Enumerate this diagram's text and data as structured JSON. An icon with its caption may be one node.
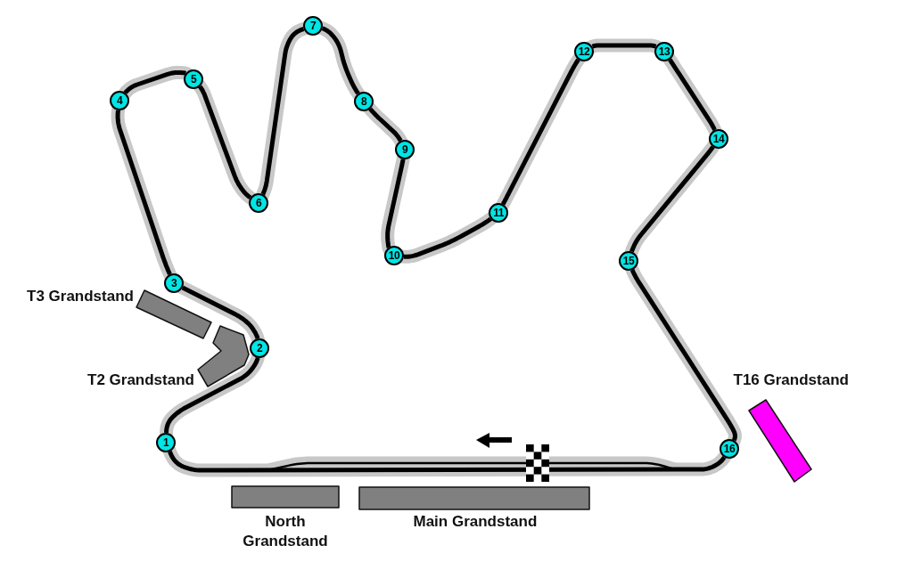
{
  "diagram": {
    "nodes": [
      {
        "text": [
          "1"
        ]
      },
      {
        "text": [
          "2"
        ]
      },
      {
        "text": [
          "3"
        ]
      },
      {
        "text": [
          "4"
        ]
      },
      {
        "text": [
          "5"
        ]
      },
      {
        "text": [
          "6"
        ]
      },
      {
        "text": [
          "7"
        ]
      },
      {
        "text": [
          "8"
        ]
      },
      {
        "text": [
          "9"
        ]
      },
      {
        "text": [
          "10"
        ]
      },
      {
        "text": [
          "11"
        ]
      },
      {
        "text": [
          "12"
        ]
      },
      {
        "text": [
          "13"
        ]
      },
      {
        "text": [
          "14"
        ]
      },
      {
        "text": [
          "15"
        ]
      },
      {
        "text": [
          "16"
        ]
      },
      {
        "text": [
          "T3 Grandstand"
        ]
      },
      {
        "text": [
          "T2 Grandstand"
        ]
      },
      {
        "text": [
          "T16 Grandstand"
        ]
      },
      {
        "text": [
          "North Grandstand"
        ]
      },
      {
        "text": [
          "Main Grandstand"
        ]
      }
    ],
    "edges": [
      {
        "from": 0,
        "to": 1,
        "arrow": "none"
      },
      {
        "from": 1,
        "to": 2,
        "arrow": "none"
      },
      {
        "from": 2,
        "to": 3,
        "arrow": "none"
      },
      {
        "from": 3,
        "to": 4,
        "arrow": "none"
      },
      {
        "from": 4,
        "to": 5,
        "arrow": "none"
      },
      {
        "from": 5,
        "to": 6,
        "arrow": "none"
      },
      {
        "from": 6,
        "to": 7,
        "arrow": "none"
      },
      {
        "from": 7,
        "to": 8,
        "arrow": "none"
      },
      {
        "from": 8,
        "to": 9,
        "arrow": "none"
      },
      {
        "from": 9,
        "to": 10,
        "arrow": "none"
      },
      {
        "from": 10,
        "to": 11,
        "arrow": "none"
      },
      {
        "from": 11,
        "to": 12,
        "arrow": "none"
      },
      {
        "from": 12,
        "to": 13,
        "arrow": "none"
      },
      {
        "from": 13,
        "to": 14,
        "arrow": "none"
      },
      {
        "from": 14,
        "to": 15,
        "arrow": "none"
      },
      {
        "from": 15,
        "to": 0,
        "arrow": "none"
      }
    ]
  }
}
